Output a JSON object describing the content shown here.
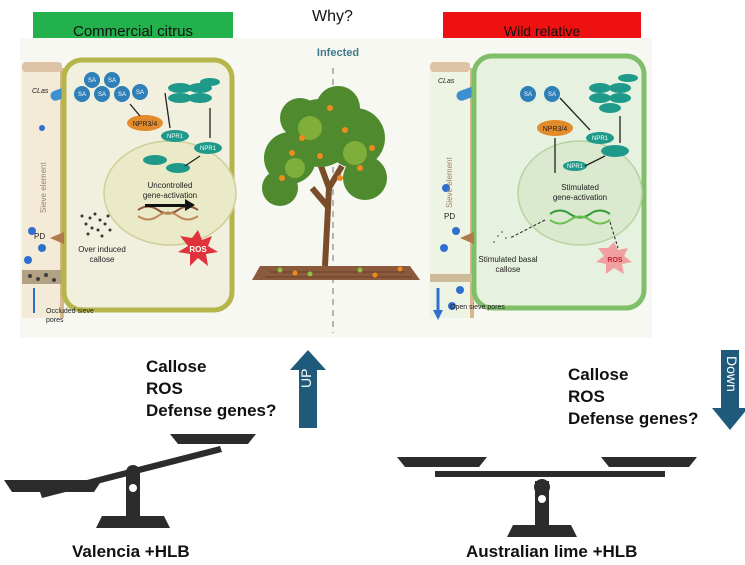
{
  "header": {
    "left_title": "Commercial citrus",
    "center_question": "Why?",
    "right_title": "Wild relative",
    "left_color": "#22b14c",
    "right_color": "#ee1111"
  },
  "figure": {
    "infected_label": "Infected",
    "left_cell": {
      "clas": "CLas",
      "sieve": "Sieve element",
      "pd": "PD",
      "sa": "SA",
      "npr34": "NPR3/4",
      "npr1": "NPR1",
      "gene_activation": "Uncontrolled gene-activation",
      "callose": "Over induced callose",
      "ros": "ROS",
      "pores": "Occluded sieve pores"
    },
    "right_cell": {
      "clas": "CLas",
      "sieve": "Sieve element",
      "pd": "PD",
      "sa": "SA",
      "npr34": "NPR3/4",
      "npr1": "NPR1",
      "gene_activation": "Stimulated gene-activation",
      "callose": "Stimulated basal callose",
      "ros": "ROS",
      "pores": "Open sieve pores"
    },
    "colors": {
      "cell_left": "#b5b54a",
      "cell_right": "#7fbf6a",
      "npr1": "#1f9a8a",
      "sa": "#2f7fb8",
      "npr34": "#e38a2b",
      "ros": "#e0323a"
    }
  },
  "balance_left": {
    "list": [
      "Callose",
      "ROS",
      "Defense genes?"
    ],
    "arrow_label": "UP",
    "caption": "Valencia +HLB"
  },
  "balance_right": {
    "list": [
      "Callose",
      "ROS",
      "Defense genes?"
    ],
    "arrow_label": "Down",
    "caption": "Australian lime +HLB"
  },
  "arrow_color": "#1f5a7a"
}
